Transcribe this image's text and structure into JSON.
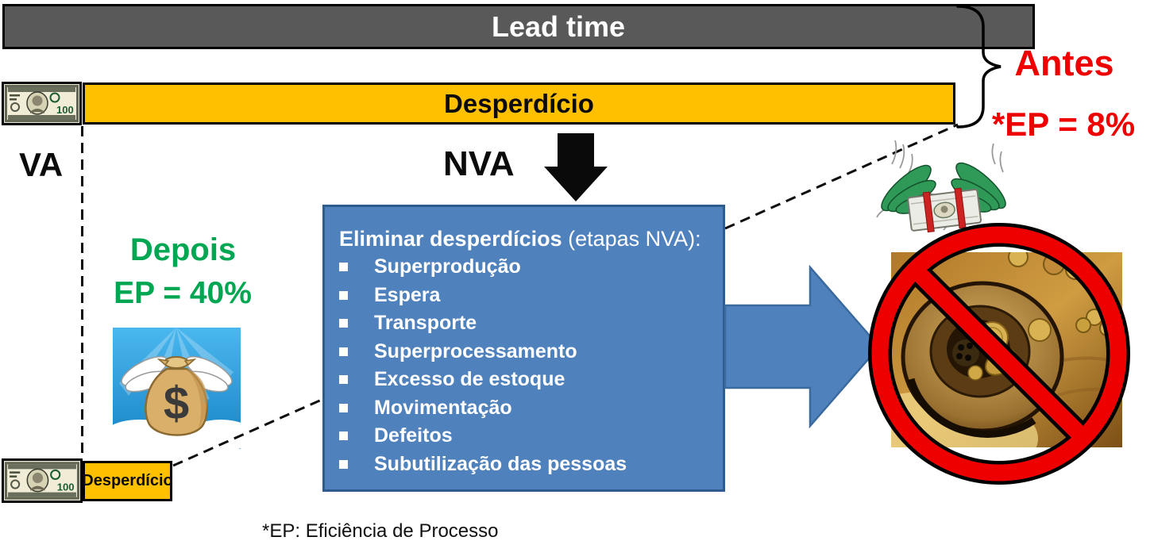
{
  "colors": {
    "bar_dark": "#595959",
    "gold": "#FFC000",
    "red": "#EF0000",
    "green": "#00A651",
    "blue_fill": "#4F81BD",
    "blue_border": "#2F5C8F"
  },
  "bars": {
    "lead_time": "Lead time",
    "waste": "Desperdício"
  },
  "labels": {
    "va": "VA",
    "nva": "NVA",
    "before_title": "Antes",
    "before_ep": "*EP = 8%",
    "after_title": "Depois",
    "after_ep": "EP = 40%",
    "waste_small": "Desperdício",
    "footnote": "*EP: Eficiência de Processo"
  },
  "blue_box": {
    "title_bold": "Eliminar desperdícios",
    "title_regular": " (etapas NVA):",
    "items": [
      "Superprodução",
      "Espera",
      "Transporte",
      "Superprocessamento",
      "Excesso de estoque",
      "Movimentação",
      "Defeitos",
      "Subutilização das pessoas"
    ]
  },
  "icons": {
    "bill_text": "100",
    "money_symbol": "$"
  }
}
